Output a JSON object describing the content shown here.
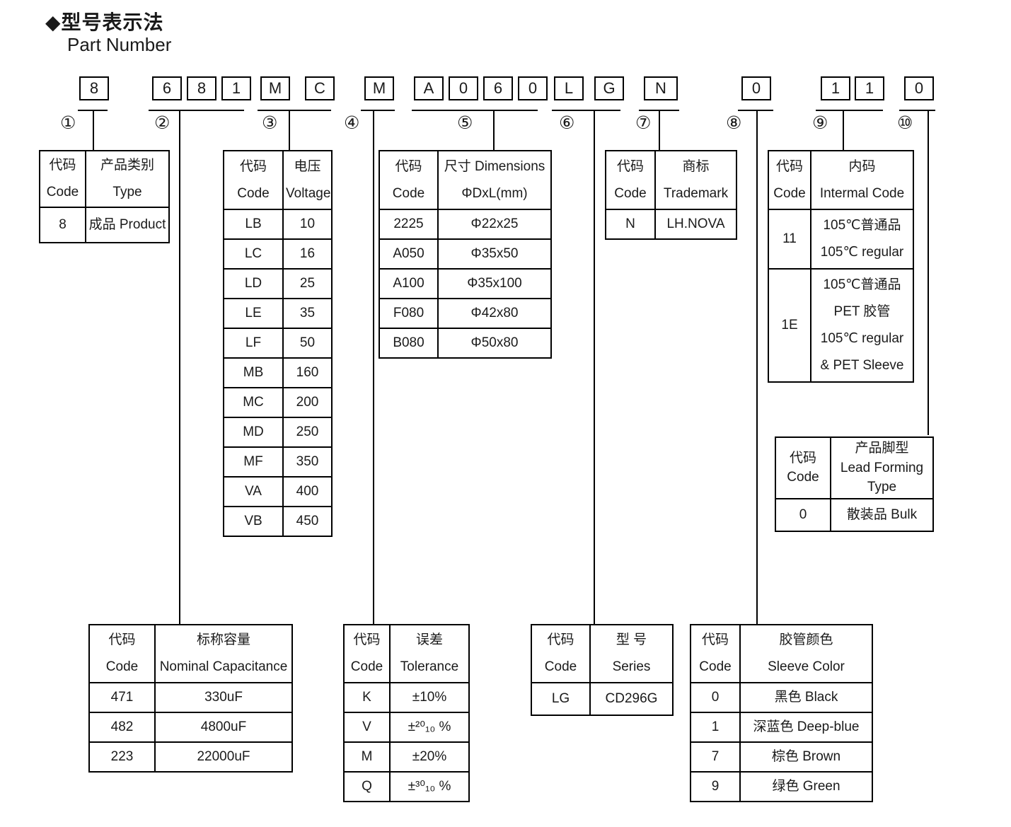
{
  "title": {
    "heading_zh": "◆型号表示法",
    "heading_en": "Part Number"
  },
  "part_number": {
    "groups": [
      {
        "circle": "①",
        "boxes": [
          "8"
        ]
      },
      {
        "circle": "②",
        "boxes": [
          "6",
          "8",
          "1"
        ]
      },
      {
        "circle": "③",
        "boxes": [
          "M",
          "C"
        ]
      },
      {
        "circle": "④",
        "boxes": [
          "M"
        ]
      },
      {
        "circle": "⑤",
        "boxes": [
          "A",
          "0",
          "6",
          "0"
        ]
      },
      {
        "circle": "⑥",
        "boxes": [
          "L",
          "G"
        ]
      },
      {
        "circle": "⑦",
        "boxes": [
          "N"
        ]
      },
      {
        "circle": "⑧",
        "boxes": [
          "0"
        ]
      },
      {
        "circle": "⑨",
        "boxes": [
          "1",
          "1"
        ]
      },
      {
        "circle": "⑩",
        "boxes": [
          "0"
        ]
      }
    ]
  },
  "tables": {
    "product_type": {
      "header": [
        "代码\nCode",
        "产品类别\nType"
      ],
      "rows": [
        [
          "8",
          "成品 Product"
        ]
      ]
    },
    "voltage": {
      "header": [
        "代码\nCode",
        "电压\nVoltage"
      ],
      "rows": [
        [
          "LB",
          "10"
        ],
        [
          "LC",
          "16"
        ],
        [
          "LD",
          "25"
        ],
        [
          "LE",
          "35"
        ],
        [
          "LF",
          "50"
        ],
        [
          "MB",
          "160"
        ],
        [
          "MC",
          "200"
        ],
        [
          "MD",
          "250"
        ],
        [
          "MF",
          "350"
        ],
        [
          "VA",
          "400"
        ],
        [
          "VB",
          "450"
        ]
      ]
    },
    "dimensions": {
      "header": [
        "代码\nCode",
        "尺寸 Dimensions\nΦDxL(mm)"
      ],
      "rows": [
        [
          "2225",
          "Φ22x25"
        ],
        [
          "A050",
          "Φ35x50"
        ],
        [
          "A100",
          "Φ35x100"
        ],
        [
          "F080",
          "Φ42x80"
        ],
        [
          "B080",
          "Φ50x80"
        ]
      ]
    },
    "trademark": {
      "header": [
        "代码\nCode",
        "商标\nTrademark"
      ],
      "rows": [
        [
          "N",
          "LH.NOVA"
        ]
      ]
    },
    "internal_code": {
      "header": [
        "代码\nCode",
        "内码\nIntermal Code"
      ],
      "rows": [
        [
          "11",
          "105℃普通品\n105℃  regular"
        ],
        [
          "1E",
          "105℃普通品\nPET 胶管\n105℃  regular\n& PET Sleeve"
        ]
      ]
    },
    "lead_forming": {
      "header": [
        "代码\nCode",
        "产品脚型\nLead Forming\nType"
      ],
      "rows": [
        [
          "0",
          "散装品 Bulk"
        ]
      ]
    },
    "capacitance": {
      "header": [
        "代码\nCode",
        "标称容量\nNominal Capacitance"
      ],
      "rows": [
        [
          "471",
          "330uF"
        ],
        [
          "482",
          "4800uF"
        ],
        [
          "223",
          "22000uF"
        ]
      ]
    },
    "tolerance": {
      "header": [
        "代码\nCode",
        "误差\nTolerance"
      ],
      "rows": [
        [
          "K",
          "±10%"
        ],
        [
          "V",
          "±²⁰₁₀ %"
        ],
        [
          "M",
          "±20%"
        ],
        [
          "Q",
          "±³⁰₁₀ %"
        ]
      ]
    },
    "series": {
      "header": [
        "代码\nCode",
        "型 号\nSeries"
      ],
      "rows": [
        [
          "LG",
          "CD296G"
        ]
      ]
    },
    "sleeve_color": {
      "header": [
        "代码\nCode",
        "胶管颜色\nSleeve Color"
      ],
      "rows": [
        [
          "0",
          "黑色 Black"
        ],
        [
          "1",
          "深蓝色 Deep-blue"
        ],
        [
          "7",
          "棕色 Brown"
        ],
        [
          "9",
          "绿色 Green"
        ]
      ]
    }
  },
  "colors": {
    "ink": "#1a1a1a",
    "background": "#ffffff"
  }
}
